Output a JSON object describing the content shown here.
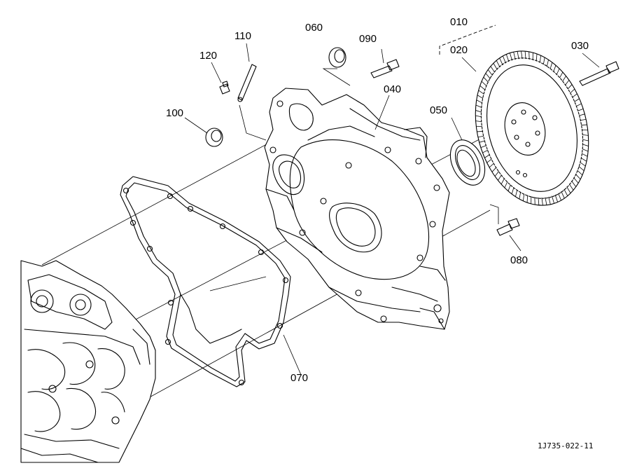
{
  "colors": {
    "line": "#000000",
    "background": "#ffffff"
  },
  "labels": {
    "p010": "010",
    "p020": "020",
    "p030": "030",
    "p040": "040",
    "p050": "050",
    "p060": "060",
    "p070": "070",
    "p080": "080",
    "p090": "090",
    "p100": "100",
    "p110": "110",
    "p120": "120"
  },
  "drawing_reference": "1J735-022-11"
}
